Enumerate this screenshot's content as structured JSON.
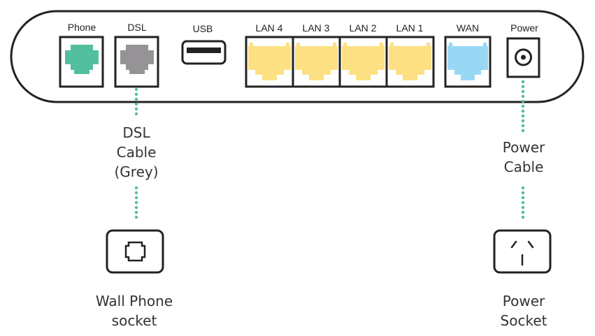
{
  "ports": {
    "phone": "Phone",
    "dsl": "DSL",
    "usb": "USB",
    "lan4": "LAN 4",
    "lan3": "LAN 3",
    "lan2": "LAN 2",
    "lan1": "LAN 1",
    "wan": "WAN",
    "power": "Power"
  },
  "cables": {
    "dsl": [
      "DSL",
      "Cable",
      "(Grey)"
    ],
    "power": [
      "Power",
      "Cable"
    ]
  },
  "sockets": {
    "wall_phone": [
      "Wall Phone",
      "socket"
    ],
    "power": [
      "Power",
      "Socket"
    ]
  },
  "colors": {
    "phone_port": "#52bf9e",
    "dsl_port": "#959396",
    "lan_port": "#fde083",
    "wan_port": "#98d8f5",
    "cable_dots": "#52bf9e",
    "outline": "#222222"
  }
}
